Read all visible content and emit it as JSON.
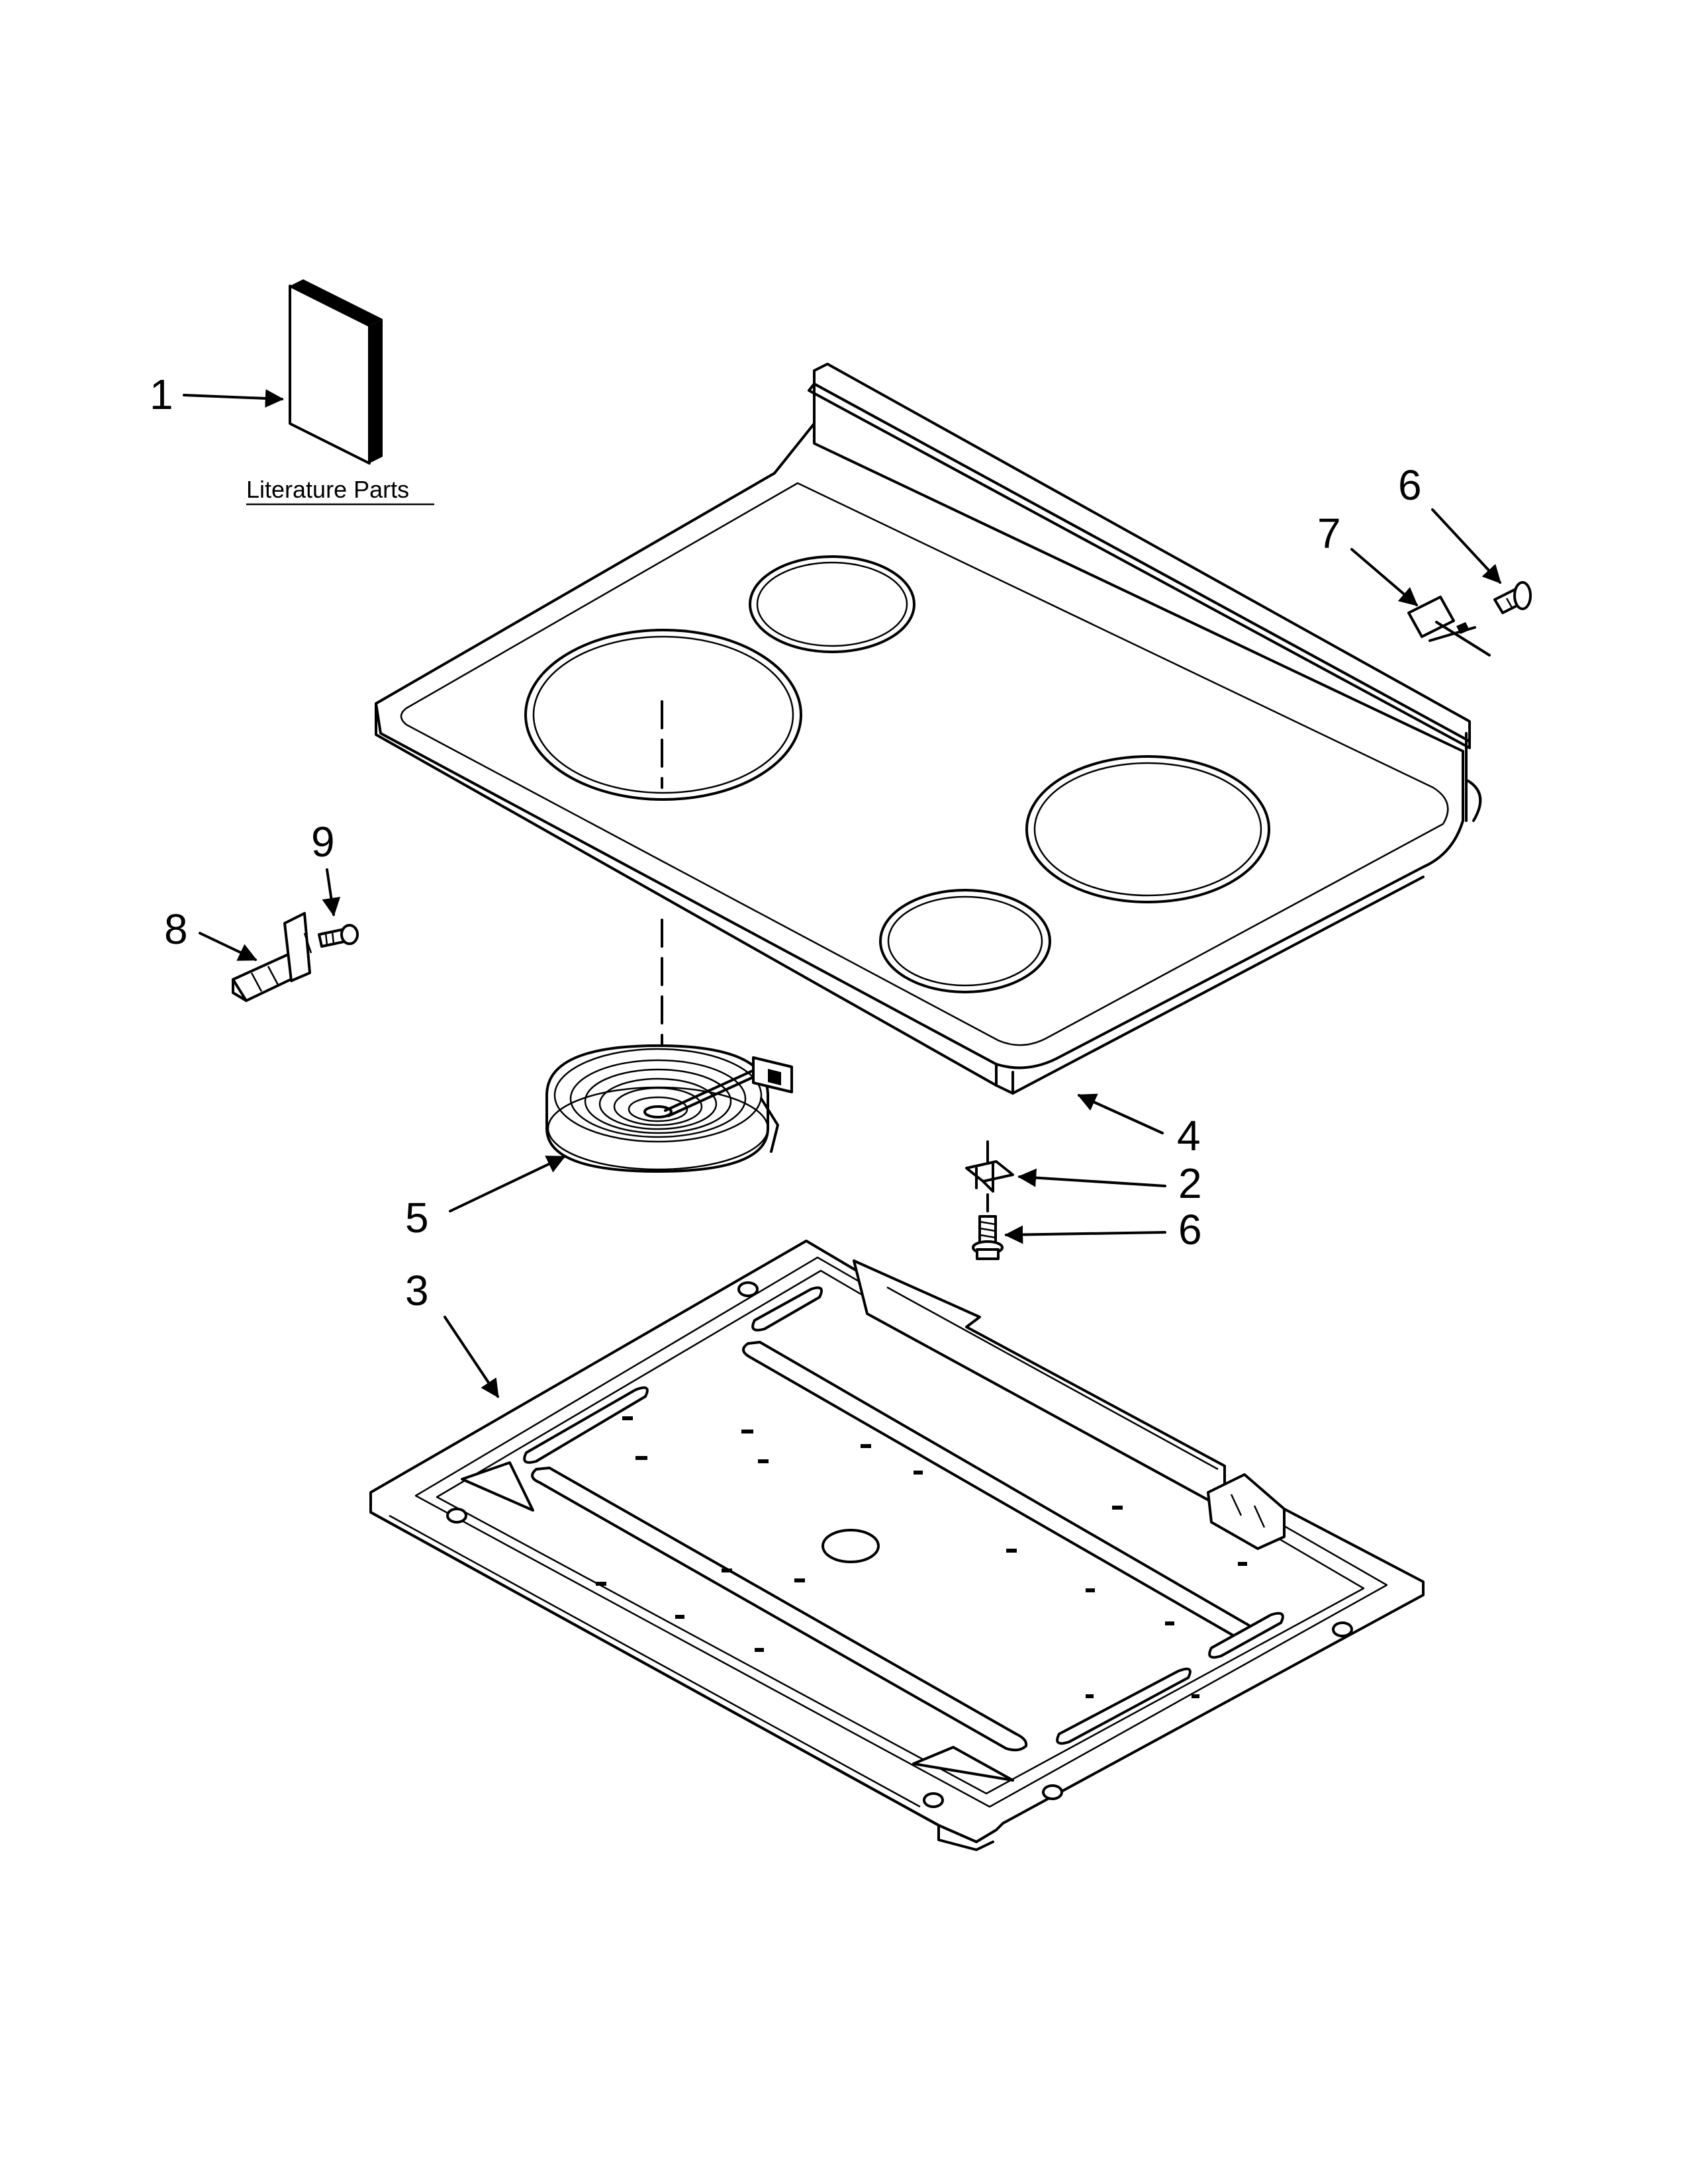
{
  "literature_label": "Literature Parts",
  "callouts": {
    "c1": "1",
    "c2": "2",
    "c3": "3",
    "c4": "4",
    "c5": "5",
    "c6_top": "6",
    "c6_mid": "6",
    "c7": "7",
    "c8": "8",
    "c9": "9"
  },
  "colors": {
    "line": "#000000",
    "background": "#ffffff"
  }
}
